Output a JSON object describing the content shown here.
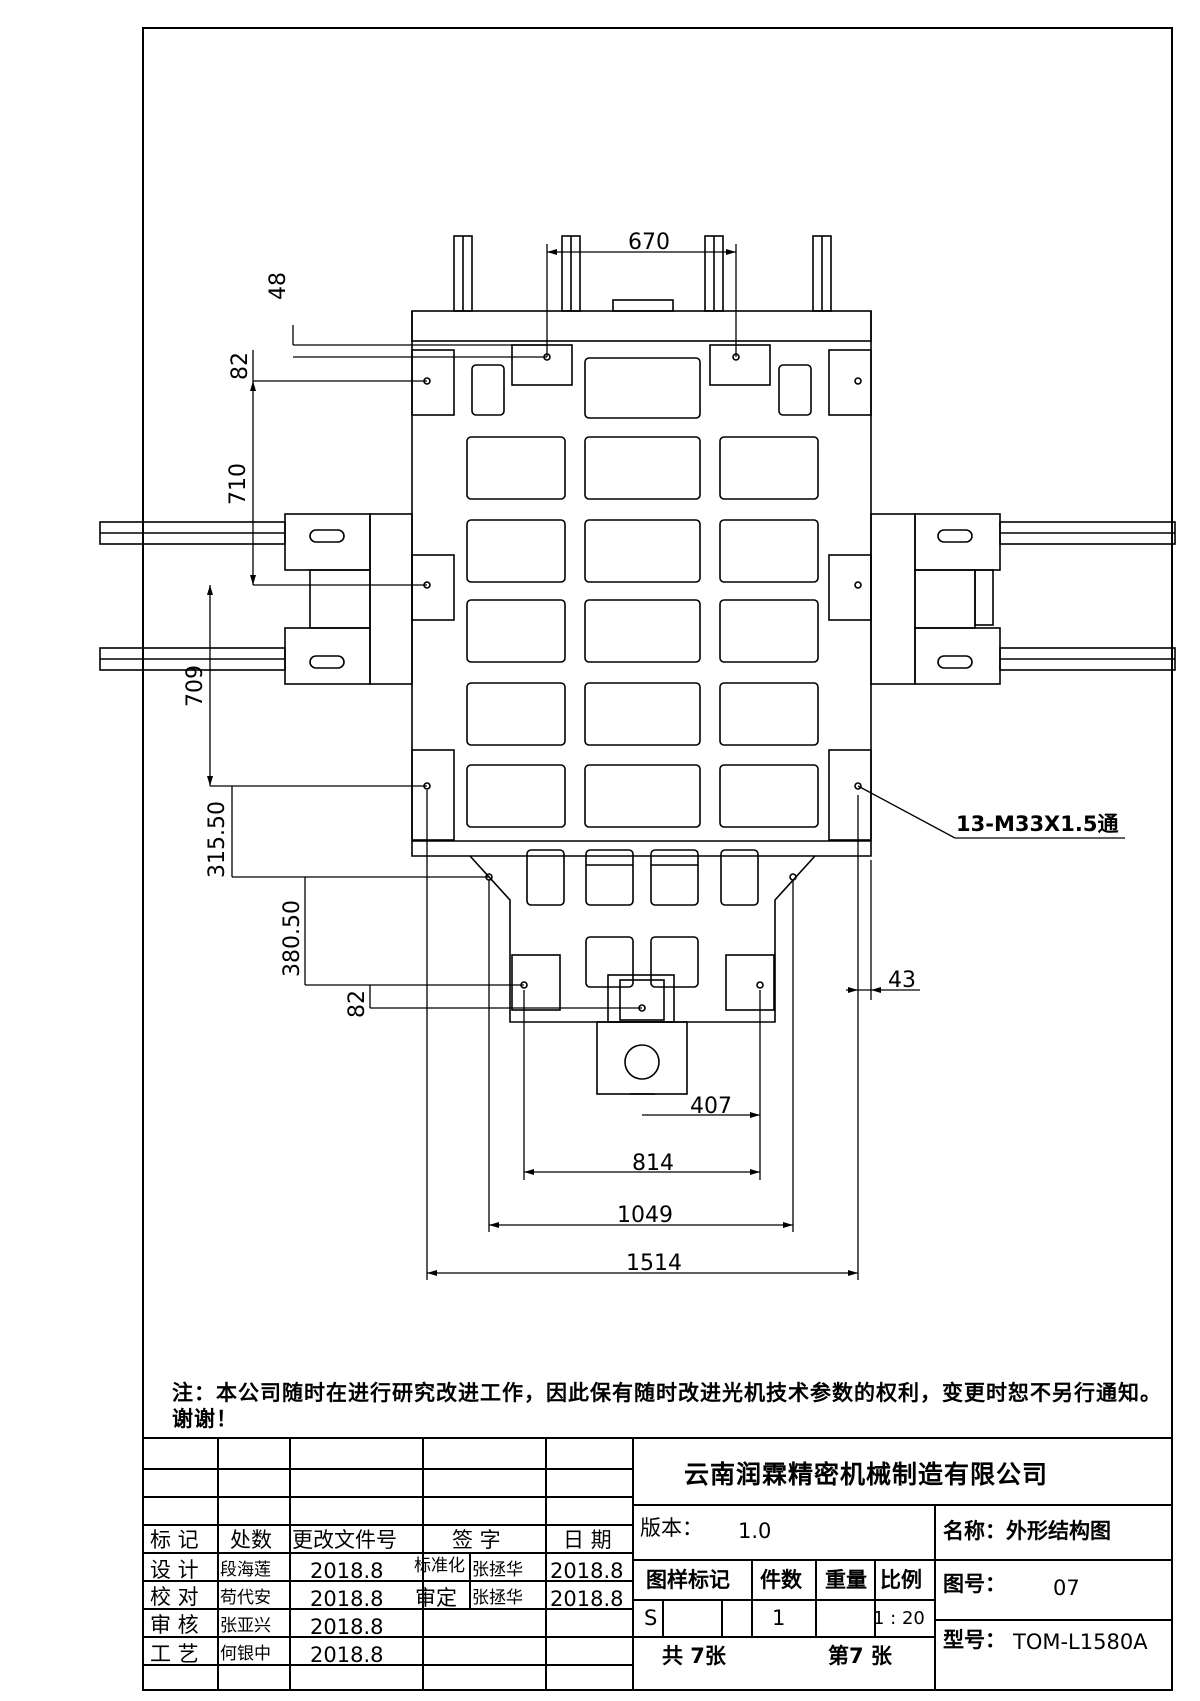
{
  "drawing": {
    "dimensions": {
      "d670": "670",
      "d48": "48",
      "d82_top": "82",
      "d710": "710",
      "d709": "709",
      "d315_50": "315.50",
      "d380_50": "380.50",
      "d82_bottom": "82",
      "d43": "43",
      "d407": "407",
      "d814": "814",
      "d1049": "1049",
      "d1514": "1514"
    },
    "callout": "13-M33X1.5通"
  },
  "note": "注：本公司随时在进行研究改进工作，因此保有随时改进光机技术参数的权利，变更时恕不另行通知。谢谢！",
  "title_block": {
    "company": "云南润霖精密机械制造有限公司",
    "headers": {
      "mark": "标 记",
      "count": "处数",
      "change_doc": "更改文件号",
      "signature": "签 字",
      "date": "日 期"
    },
    "roles": {
      "design": "设 计",
      "check": "校 对",
      "review": "审 核",
      "process": "工 艺",
      "standard": "标准化",
      "approve": "审定"
    },
    "people": {
      "design": "段海莲",
      "check": "苟代安",
      "review": "张亚兴",
      "process": "何银中",
      "standard": "张拯华",
      "approve": "张拯华"
    },
    "dates": {
      "design": "2018.8",
      "check": "2018.8",
      "review": "2018.8",
      "process": "2018.8",
      "standard": "2018.8",
      "approve": "2018.8"
    },
    "version_label": "版本：",
    "version": "1.0",
    "name_label": "名称：外形结构图",
    "sample_mark": "图样标记",
    "quantity_label": "件数",
    "weight_label": "重量",
    "scale_label": "比例",
    "sample_value": "S",
    "quantity": "1",
    "scale": "1 : 20",
    "total_sheets": "共 7张",
    "sheet_no": "第7 张",
    "drawing_no_label": "图号：",
    "drawing_no": "07",
    "model_label": "型号：",
    "model": "TOM-L1580A"
  }
}
